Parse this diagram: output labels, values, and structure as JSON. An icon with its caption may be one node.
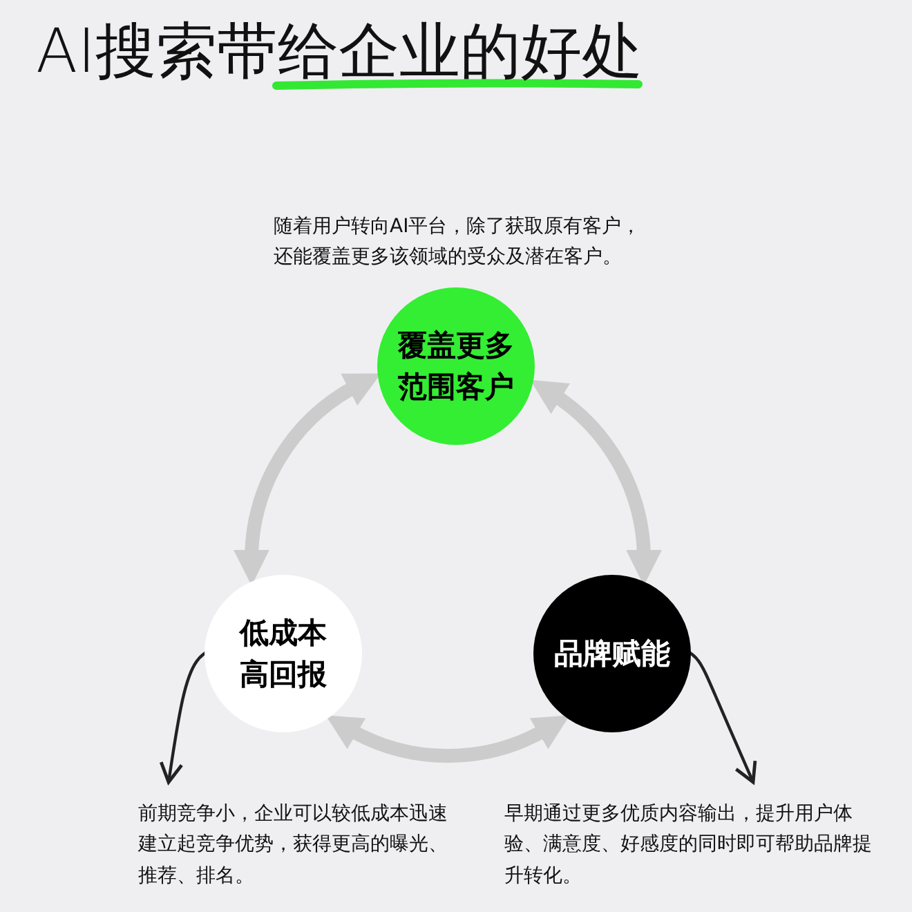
{
  "diagram": {
    "title": "AI搜索带给企业的好处",
    "nodes": [
      {
        "text": [
          "覆盖更多范围客户"
        ],
        "beside": [
          "随着用户转向AI平台，除了获取原有客户，还能覆盖更多该领域的受众及潜在客户。"
        ]
      },
      {
        "text": [
          "低成本高回报"
        ]
      },
      {
        "text": [
          "品牌赋能"
        ]
      },
      {
        "text": [
          "前期竞争小，企业可以较低成本迅速建立起竞争优势，获得更高的曝光、推荐、排名。"
        ]
      },
      {
        "text": [
          "早期通过更多优质内容输出，提升用户体验、满意度、好感度的同时即可帮助品牌提升转化。"
        ]
      }
    ],
    "edges": [
      {
        "from": 0,
        "to": 1,
        "arrow": "both"
      },
      {
        "from": 0,
        "to": 2,
        "arrow": "both"
      },
      {
        "from": 1,
        "to": 2,
        "arrow": "both"
      },
      {
        "from": 1,
        "to": 3,
        "arrow": "to",
        "color": "#222222"
      },
      {
        "from": 2,
        "to": 4,
        "arrow": "to",
        "color": "#222222"
      }
    ]
  }
}
